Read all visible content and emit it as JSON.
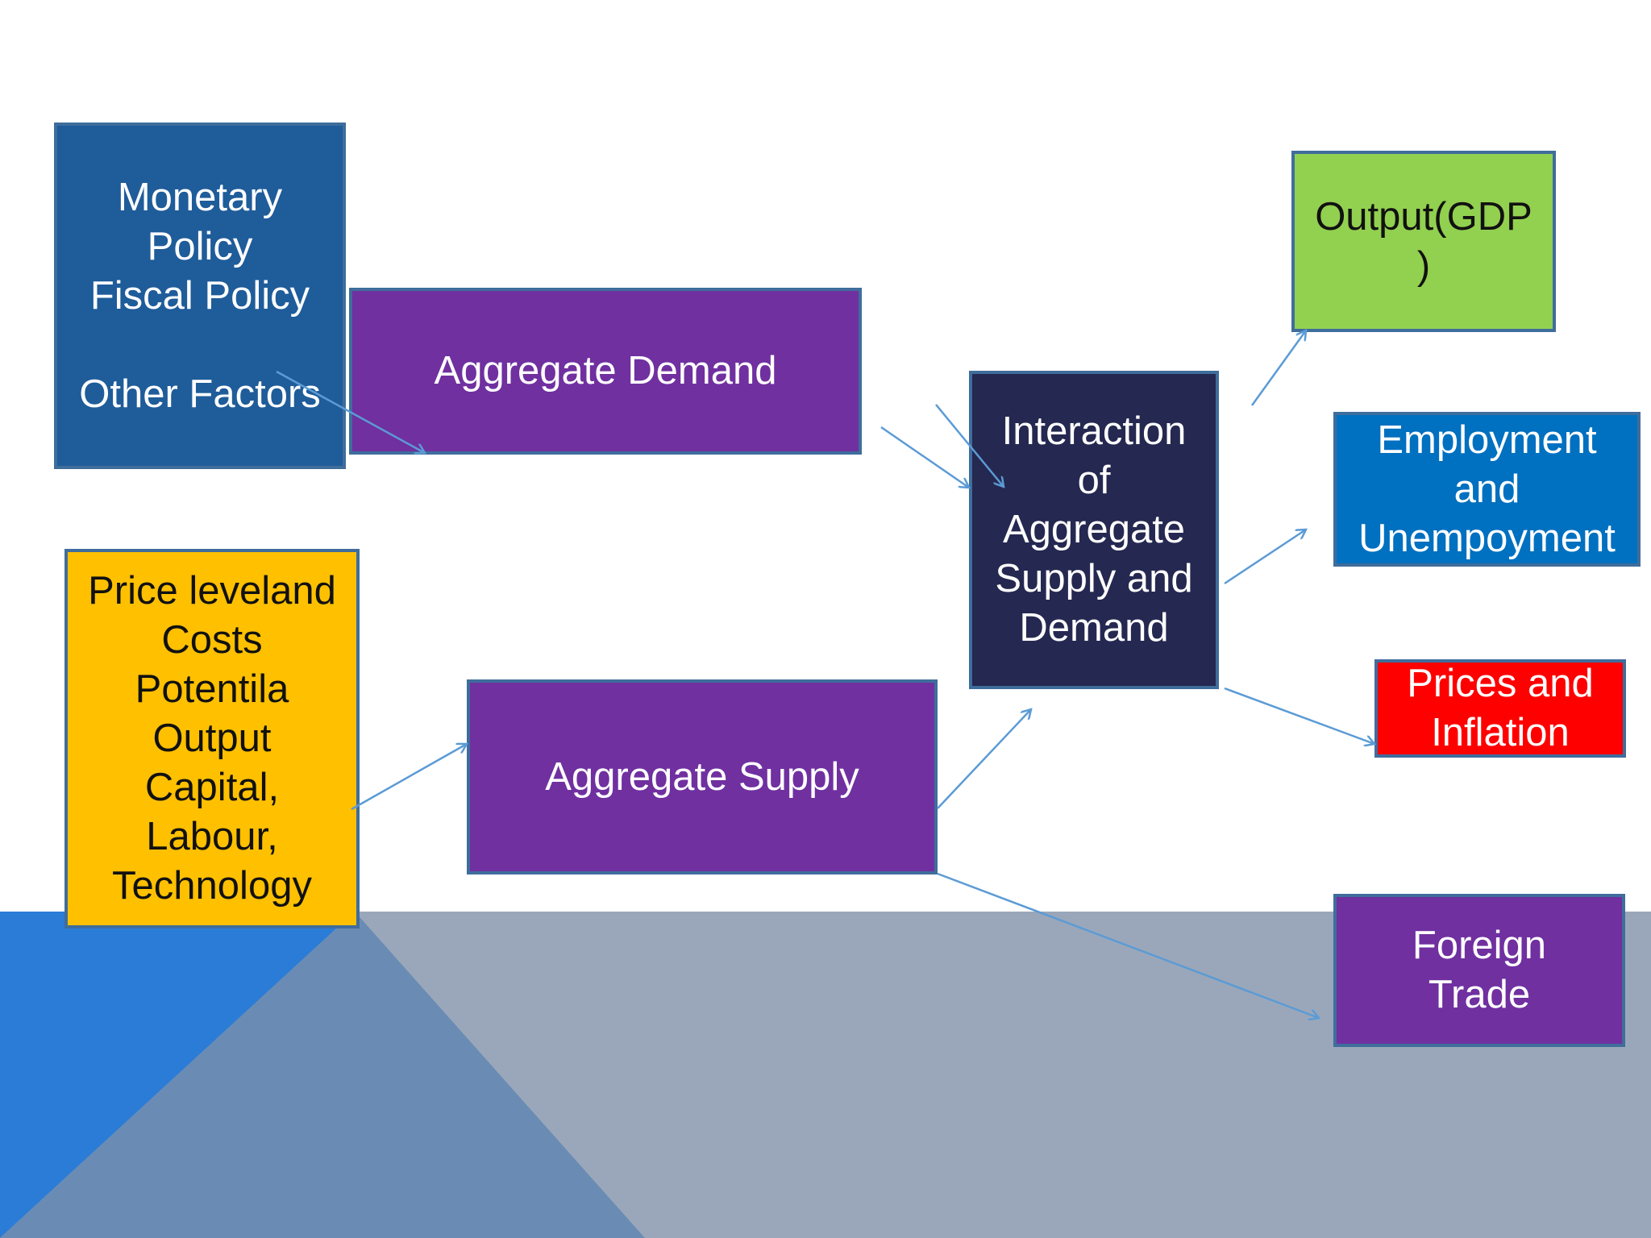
{
  "colors": {
    "background": "#ffffff",
    "bottom_band": "#9aa7ba",
    "left_blue": "#2b7cd6",
    "mid_blue": "#6a8cb4",
    "arrow": "#5b9bd5",
    "box_border": "#3f6d9c",
    "purple": "#7030a0",
    "dark_navy": "#252850",
    "blue": "#1f5c9a",
    "yellow": "#ffc000",
    "green": "#92d050",
    "bright_blue": "#0070c0",
    "red": "#ff0000"
  },
  "boxes": {
    "policy": {
      "lines": [
        "Monetary",
        "Policy",
        "Fiscal Policy",
        "Other Factors"
      ]
    },
    "aggregate_demand": {
      "lines": [
        "Aggregate Demand"
      ]
    },
    "price_level": {
      "lines": [
        "Price leveland",
        "Costs",
        "Potentila",
        "Output",
        "Capital,",
        "Labour,",
        "Technology"
      ]
    },
    "aggregate_supply": {
      "lines": [
        "Aggregate Supply"
      ]
    },
    "interaction": {
      "lines": [
        "Interaction",
        "of",
        "Aggregate",
        "Supply and",
        "Demand"
      ]
    },
    "output": {
      "lines": [
        "Output(GDP",
        ")"
      ]
    },
    "employment": {
      "lines": [
        "Employment",
        "and",
        "Unempoyment"
      ]
    },
    "prices_inflation": {
      "lines": [
        "Prices and",
        "Inflation"
      ]
    },
    "foreign_trade": {
      "lines": [
        "Foreign",
        "Trade"
      ]
    }
  },
  "connections": [
    {
      "from": "policy",
      "to": "aggregate_demand"
    },
    {
      "from": "aggregate_demand",
      "to": "interaction"
    },
    {
      "from": "aggregate_demand",
      "to": "interaction"
    },
    {
      "from": "price_level",
      "to": "aggregate_supply"
    },
    {
      "from": "aggregate_supply",
      "to": "interaction"
    },
    {
      "from": "aggregate_supply",
      "to": "foreign_trade"
    },
    {
      "from": "interaction",
      "to": "output"
    },
    {
      "from": "interaction",
      "to": "employment"
    },
    {
      "from": "interaction",
      "to": "prices_inflation"
    }
  ]
}
